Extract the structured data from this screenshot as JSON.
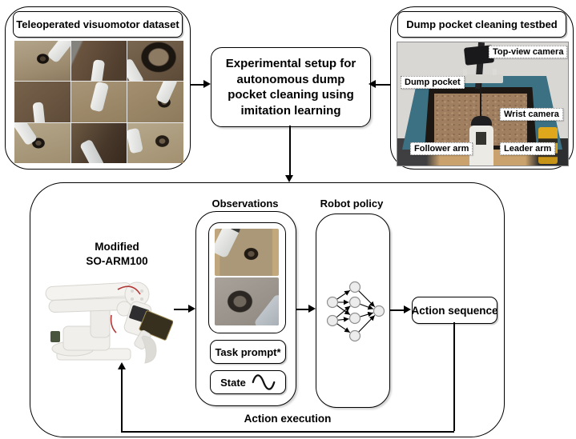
{
  "figure": {
    "dataset_panel": {
      "title": "Teleoperated visuomotor dataset",
      "images": [
        "top-view of sand tray with dump pocket and robot arm entering from top right",
        "dark brown soil with white robot arm reaching down",
        "close view of large dump pocket filled with gravel and arm",
        "brown soil with white robot arm at bottom center",
        "sand tray with robot arm digging at center",
        "sand tray with robot arm beside dump pocket ring",
        "sand tray with arm at top left and dump pocket at center",
        "dark soil close-up with robot arm scooping",
        "sand tray with dump pocket ring and arm at left"
      ]
    },
    "setup_box": {
      "label": "Experimental setup for\nautonomous dump\npocket cleaning using\nimitation learning"
    },
    "testbed_panel": {
      "title": "Dump pocket cleaning testbed",
      "photo_description": "Testbed photo: top-view camera on a stand above a sand-filled dump pocket on a teal table, white follower arm and yellow leader arm in front",
      "labels": {
        "top_view_camera": "Top-view camera",
        "dump_pocket": "Dump pocket",
        "wrist_camera": "Wrist camera",
        "follower_arm": "Follower arm",
        "leader_arm": "Leader arm"
      }
    },
    "pipeline_panel": {
      "robot_label": "Modified\nSO-ARM100",
      "robot_image_description": "Modified SO-ARM100 robot arm with wrist camera, driver board and scoop end-effector",
      "observations": {
        "title": "Observations",
        "image_top_description": "top-view camera observation of the dump pocket",
        "image_bottom_description": "wrist camera observation of the dump pocket",
        "task_prompt_label": "Task prompt*",
        "state_label": "State"
      },
      "policy": {
        "title": "Robot policy",
        "diagram_description": "feed-forward neural network with two input nodes, four hidden nodes and one output node"
      },
      "action_sequence_label": "Action sequence",
      "action_execution_label": "Action execution"
    },
    "colors": {
      "outline": "#000000",
      "node_fill": "#ececec",
      "node_stroke": "#8f8f8f",
      "table_teal": "#3c7183",
      "sand": "#a07f60",
      "leader_arm_yellow": "#dfa71c"
    }
  }
}
